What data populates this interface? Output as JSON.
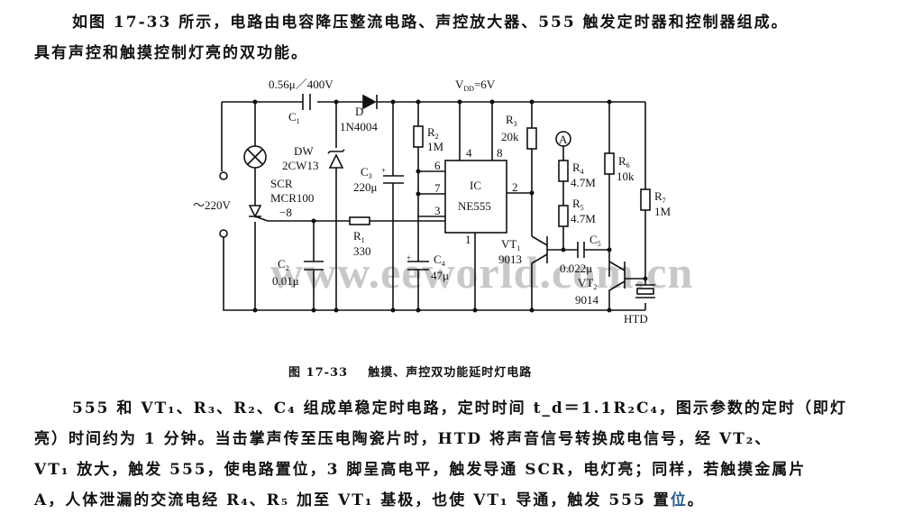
{
  "intro": {
    "line1": "如图 17-33 所示，电路由电容降压整流电路、声控放大器、555 触发定时器和控制器组成。",
    "line2": "具有声控和触摸控制灯亮的双功能。"
  },
  "figure": {
    "caption_number": "图 17-33",
    "caption_title": "触摸、声控双功能延时灯电路",
    "watermark": "www.eeworld.com.cn",
    "labels": {
      "c1_value": "0.56μ／400V",
      "c1": "C",
      "c1_sub": "1",
      "d": "D",
      "d_part": "1N4004",
      "vdd": "V",
      "vdd_sub": "DD",
      "vdd_value": "=6V",
      "dw": "DW",
      "dw_part": "2CW13",
      "scr": "SCR",
      "scr_part": "MCR100",
      "scr_part2": "−8",
      "ac": "～220V",
      "c3": "C",
      "c3_sub": "3",
      "c3_value": "220μ",
      "r1": "R",
      "r1_sub": "1",
      "r1_value": "330",
      "c2": "C",
      "c2_sub": "2",
      "c2_value": "0.01μ",
      "c4": "C",
      "c4_sub": "4",
      "c4_value": "47μ",
      "r2": "R",
      "r2_sub": "2",
      "r2_value": "1M",
      "ic": "IC",
      "ic_part": "NE555",
      "pin4": "4",
      "pin8": "8",
      "pin6": "6",
      "pin7": "7",
      "pin3": "3",
      "pin2": "2",
      "pin1": "1",
      "r3": "R",
      "r3_sub": "3",
      "r3_value": "20k",
      "a": "A",
      "r4": "R",
      "r4_sub": "4",
      "r4_value": "4.7M",
      "r5": "R",
      "r5_sub": "5",
      "r5_value": "4.7M",
      "r6": "R",
      "r6_sub": "6",
      "r6_value": "10k",
      "r7": "R",
      "r7_sub": "7",
      "r7_value": "1M",
      "vt1": "VT",
      "vt1_sub": "1",
      "vt1_part": "9013",
      "c5": "C",
      "c5_sub": "5",
      "c5_value": "0.022μ",
      "vt2": "VT",
      "vt2_sub": "2",
      "vt2_part": "9014",
      "htd": "HTD"
    }
  },
  "body": {
    "line1": "555 和 VT₁、R₃、R₂、C₄ 组成单稳定时电路，定时时间 t_d＝1.1R₂C₄，图示参数的定时（即灯",
    "line2": "亮）时间约为 1 分钟。当击掌声传至压电陶瓷片时，HTD 将声音信号转换成电信号，经 VT₂、",
    "line3": "VT₁ 放大，触发 555，使电路置位，3 脚呈高电平，触发导通 SCR，电灯亮；同样，若触摸金属片",
    "line4_main": "A，人体泄漏的交流电经 R₄、R₅ 加至 VT₁ 基极，也使 VT₁ 导通，触发 555 置",
    "line4_link": "位",
    "line4_end": "。"
  }
}
